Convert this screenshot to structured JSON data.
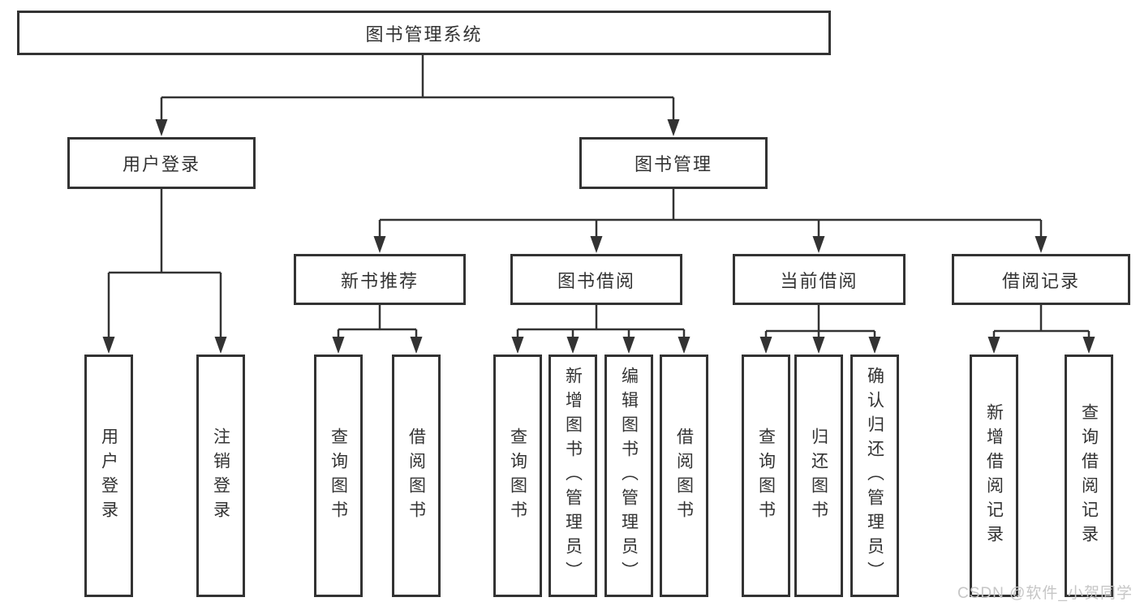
{
  "palette": {
    "background": "#ffffff",
    "line_color": "#333333",
    "box_border_color": "#333333",
    "box_fill": "#ffffff",
    "text_color": "#333333",
    "watermark_color": "#c6c6c6"
  },
  "diagram": {
    "type": "tree",
    "root": {
      "label": "图书管理系统"
    },
    "level2": [
      {
        "label": "用户登录",
        "parent": "图书管理系统"
      },
      {
        "label": "图书管理",
        "parent": "图书管理系统"
      }
    ],
    "level3": [
      {
        "label": "新书推荐",
        "parent": "图书管理"
      },
      {
        "label": "图书借阅",
        "parent": "图书管理"
      },
      {
        "label": "当前借阅",
        "parent": "图书管理"
      },
      {
        "label": "借阅记录",
        "parent": "图书管理"
      }
    ],
    "level4": [
      {
        "label": "用户登录",
        "parent": "用户登录"
      },
      {
        "label": "注销登录",
        "parent": "用户登录"
      },
      {
        "label": "查询图书",
        "parent": "新书推荐"
      },
      {
        "label": "借阅图书",
        "parent": "新书推荐"
      },
      {
        "label": "查询图书",
        "parent": "图书借阅"
      },
      {
        "label": "新增图书（管理员）",
        "parent": "图书借阅"
      },
      {
        "label": "编辑图书（管理员）",
        "parent": "图书借阅"
      },
      {
        "label": "借阅图书",
        "parent": "图书借阅"
      },
      {
        "label": "查询图书",
        "parent": "当前借阅"
      },
      {
        "label": "归还图书",
        "parent": "当前借阅"
      },
      {
        "label": "确认归还（管理员）",
        "parent": "当前借阅"
      },
      {
        "label": "新增借阅记录",
        "parent": "借阅记录"
      },
      {
        "label": "查询借阅记录",
        "parent": "借阅记录"
      }
    ]
  },
  "watermark": {
    "text": "CSDN @软件_小贺同学"
  }
}
